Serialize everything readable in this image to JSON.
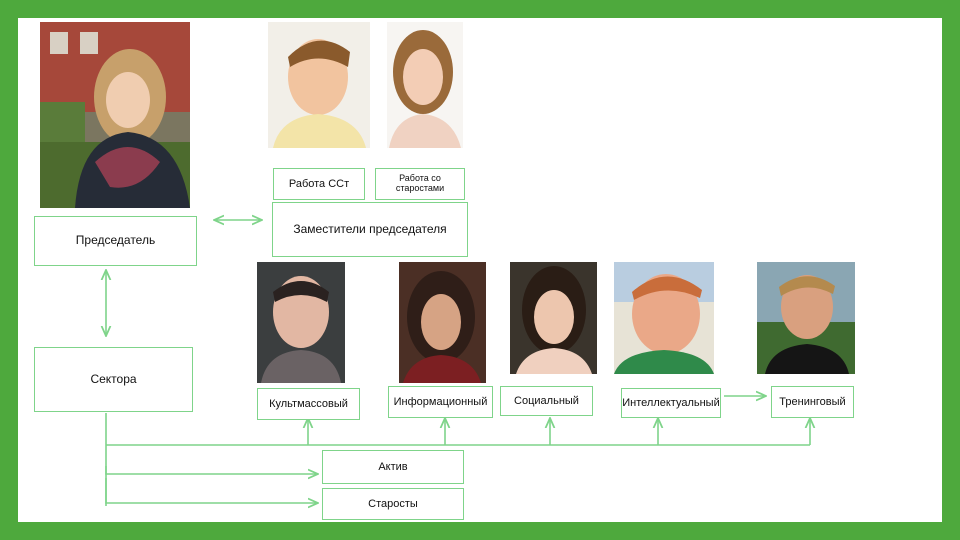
{
  "colors": {
    "frame": "#4ea93d",
    "box_border": "#7fd48a",
    "connector": "#7fd48a"
  },
  "boxes": {
    "chair": "Председатель",
    "sectors": "Сектора",
    "deputies": "Заместители председателя",
    "deputy_1": "Работа ССт",
    "deputy_2": "Работа со старостами",
    "sector_1": "Культмассовый",
    "sector_2": "Информационный",
    "sector_3": "Социальный",
    "sector_4": "Интеллектуальный",
    "sector_5": "Тренинговый",
    "activ": "Актив",
    "starosty": "Старосты"
  },
  "photos": [
    "photo-chair",
    "photo-deputy-1",
    "photo-deputy-2",
    "photo-sector-1",
    "photo-sector-2",
    "photo-sector-3",
    "photo-sector-4",
    "photo-sector-5"
  ]
}
